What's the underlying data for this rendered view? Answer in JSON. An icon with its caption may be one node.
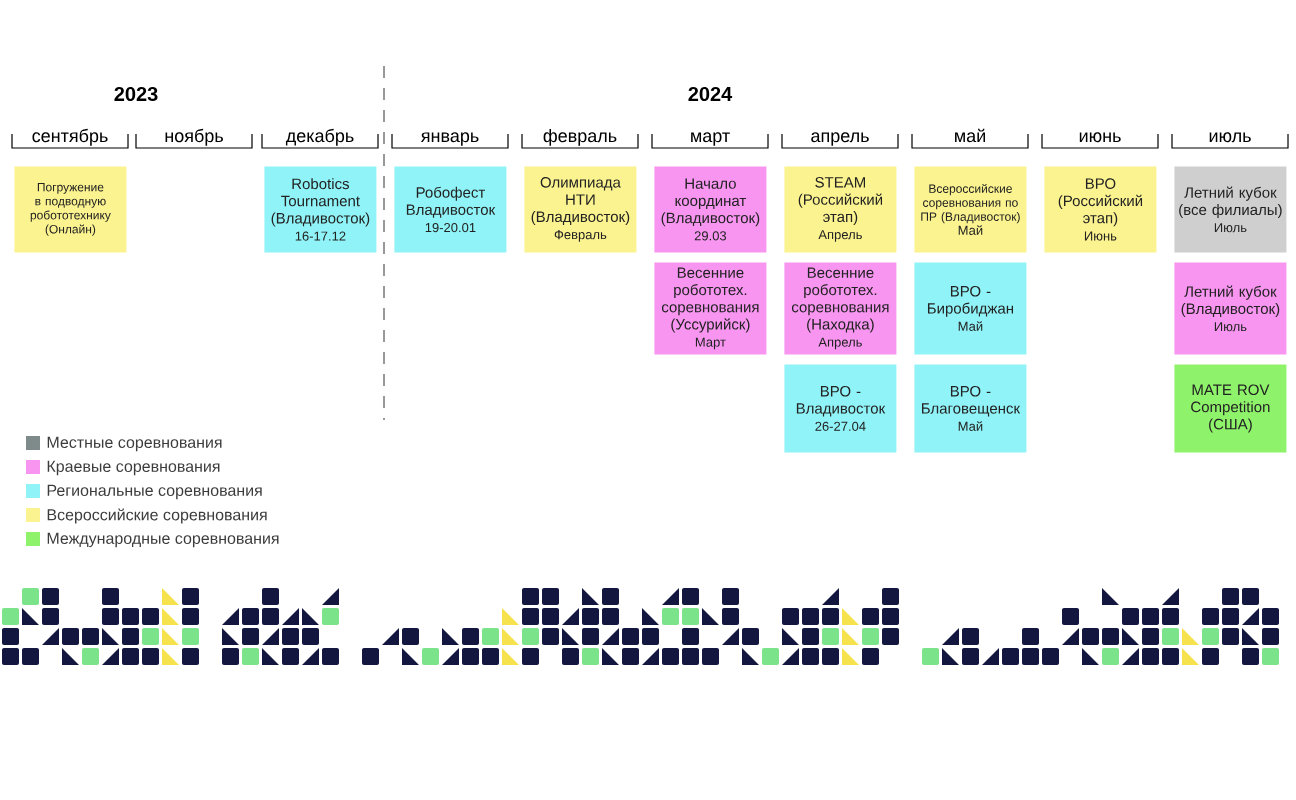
{
  "diagram": {
    "nodes": [
      {
        "text": [
          "Погружение в подводную робототехнику (Онлайн)"
        ]
      },
      {
        "text": [
          "Robotics Tournament (Владивосток)",
          "16-17.12"
        ]
      },
      {
        "text": [
          "Робофест Владивосток",
          "19-20.01"
        ]
      },
      {
        "text": [
          "Олимпиада НТИ (Владивосток)",
          "Февраль"
        ]
      },
      {
        "text": [
          "Начало координат (Владивосток)",
          "29.03"
        ]
      },
      {
        "text": [
          "STEAM (Российский этап)",
          "Апрель"
        ]
      },
      {
        "text": [
          "Всероссийские соревнования по ПР (Владивосток)",
          "Май"
        ]
      },
      {
        "text": [
          "ВРО (Российский этап)",
          "Июнь"
        ]
      },
      {
        "text": [
          "Летний кубок (все филиалы)",
          "Июль"
        ]
      },
      {
        "text": [
          "Весенние робототех. соревнования (Уссурийск)",
          "Март"
        ]
      },
      {
        "text": [
          "Весенние робототех. соревнования (Находка)",
          "Апрель"
        ]
      },
      {
        "text": [
          "ВРО - Биробиджан",
          "Май"
        ]
      },
      {
        "text": [
          "Летний кубок (Владивосток)",
          "Июль"
        ]
      },
      {
        "text": [
          "ВРО - Владивосток",
          "26-27.04"
        ]
      },
      {
        "text": [
          "ВРО - Благовещенск",
          "Май"
        ]
      },
      {
        "text": [
          "MATE ROV Competition (США)"
        ]
      }
    ],
    "edges": [],
    "labels": [
      "2023",
      "2024",
      "сентябрь",
      "ноябрь",
      "декабрь",
      "январь",
      "февраль",
      "март",
      "апрель",
      "май",
      "июнь",
      "июль"
    ],
    "legend": [
      {
        "text": "Местные соревнования",
        "color": "#7f8a8a"
      },
      {
        "text": "Краевые соревнования",
        "color": "#f795f0"
      },
      {
        "text": "Региональные соревнования",
        "color": "#90f3f7"
      },
      {
        "text": "Всероссийские соревнования",
        "color": "#fbf38f"
      },
      {
        "text": "Международные соревнования",
        "color": "#8ff26b"
      }
    ]
  }
}
